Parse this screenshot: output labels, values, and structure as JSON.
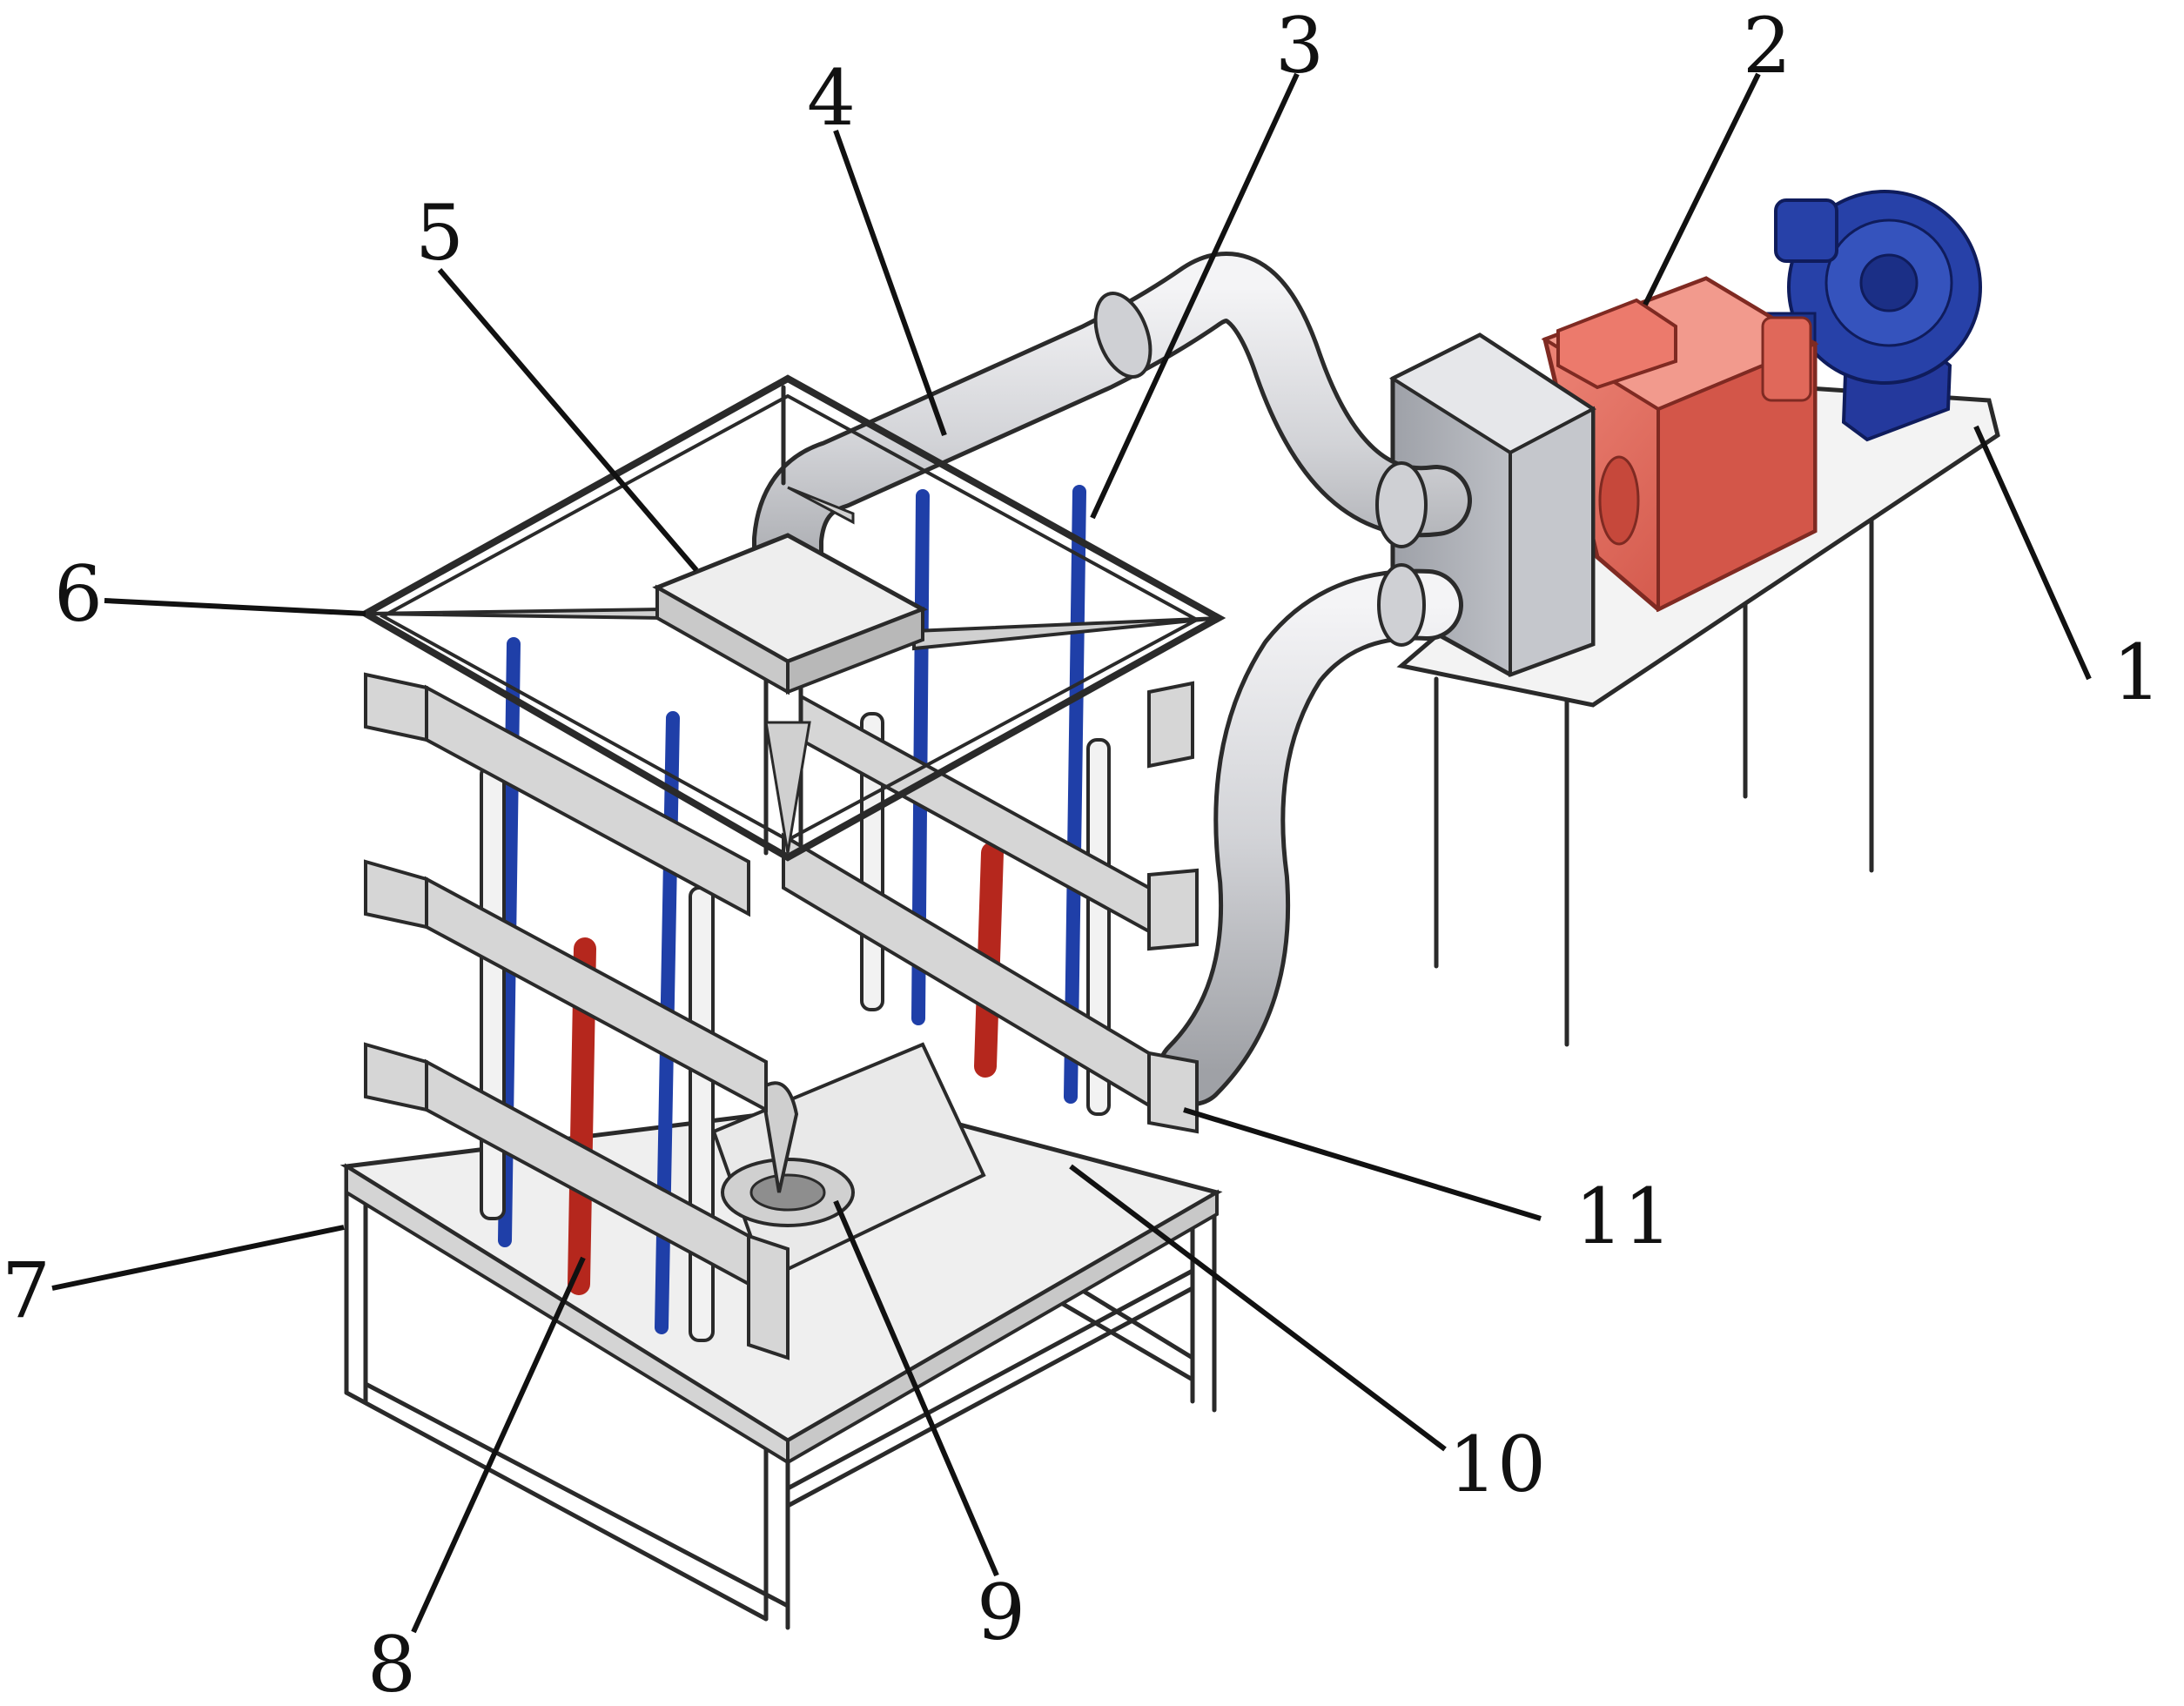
{
  "figure": {
    "colors": {
      "background": "#ffffff",
      "structure": "#e4e4e4",
      "outline": "#2a2a2a",
      "blue_rod": "#1f3fa8",
      "red_rod": "#b5271d",
      "heater": "#e56b5d",
      "fan": "#22379b",
      "duct": "#d9d9dc",
      "mixing_box": "#c2c4c8"
    },
    "callouts": [
      {
        "id": "1",
        "label": "1"
      },
      {
        "id": "2",
        "label": "2"
      },
      {
        "id": "3",
        "label": "3"
      },
      {
        "id": "4",
        "label": "4"
      },
      {
        "id": "5",
        "label": "5"
      },
      {
        "id": "6",
        "label": "6"
      },
      {
        "id": "7",
        "label": "7"
      },
      {
        "id": "8",
        "label": "8"
      },
      {
        "id": "9",
        "label": "9"
      },
      {
        "id": "10",
        "label": "10"
      },
      {
        "id": "11",
        "label": "11"
      }
    ]
  }
}
